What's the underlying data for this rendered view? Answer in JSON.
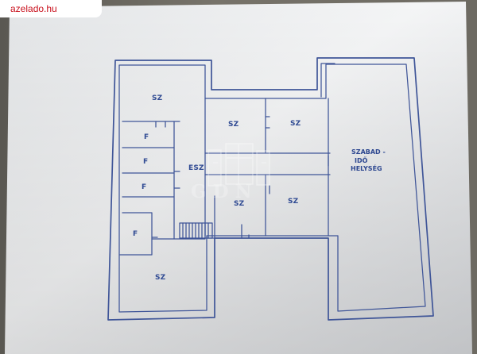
{
  "source_label": "azelado.hu",
  "rooms": {
    "upper_left_room": "SZ",
    "center_left_room": "SZ",
    "center_right_room": "SZ",
    "lower_mid_left_room": "SZ",
    "lower_mid_right_room": "SZ",
    "bottom_left_room": "SZ",
    "hall": "ESZ",
    "leisure_line_1": "SZABAD -",
    "leisure_line_2": "IDŐ",
    "leisure_line_3": "HELYSÉG",
    "bath_1": "F",
    "bath_2": "F",
    "bath_3": "F",
    "bath_4": "F"
  },
  "watermark": {
    "text": "GDN"
  },
  "colors": {
    "paper": "#f0f2f3",
    "ink": "#3f5598",
    "source_label": "#c9111d",
    "watermark": "#ffffff"
  }
}
